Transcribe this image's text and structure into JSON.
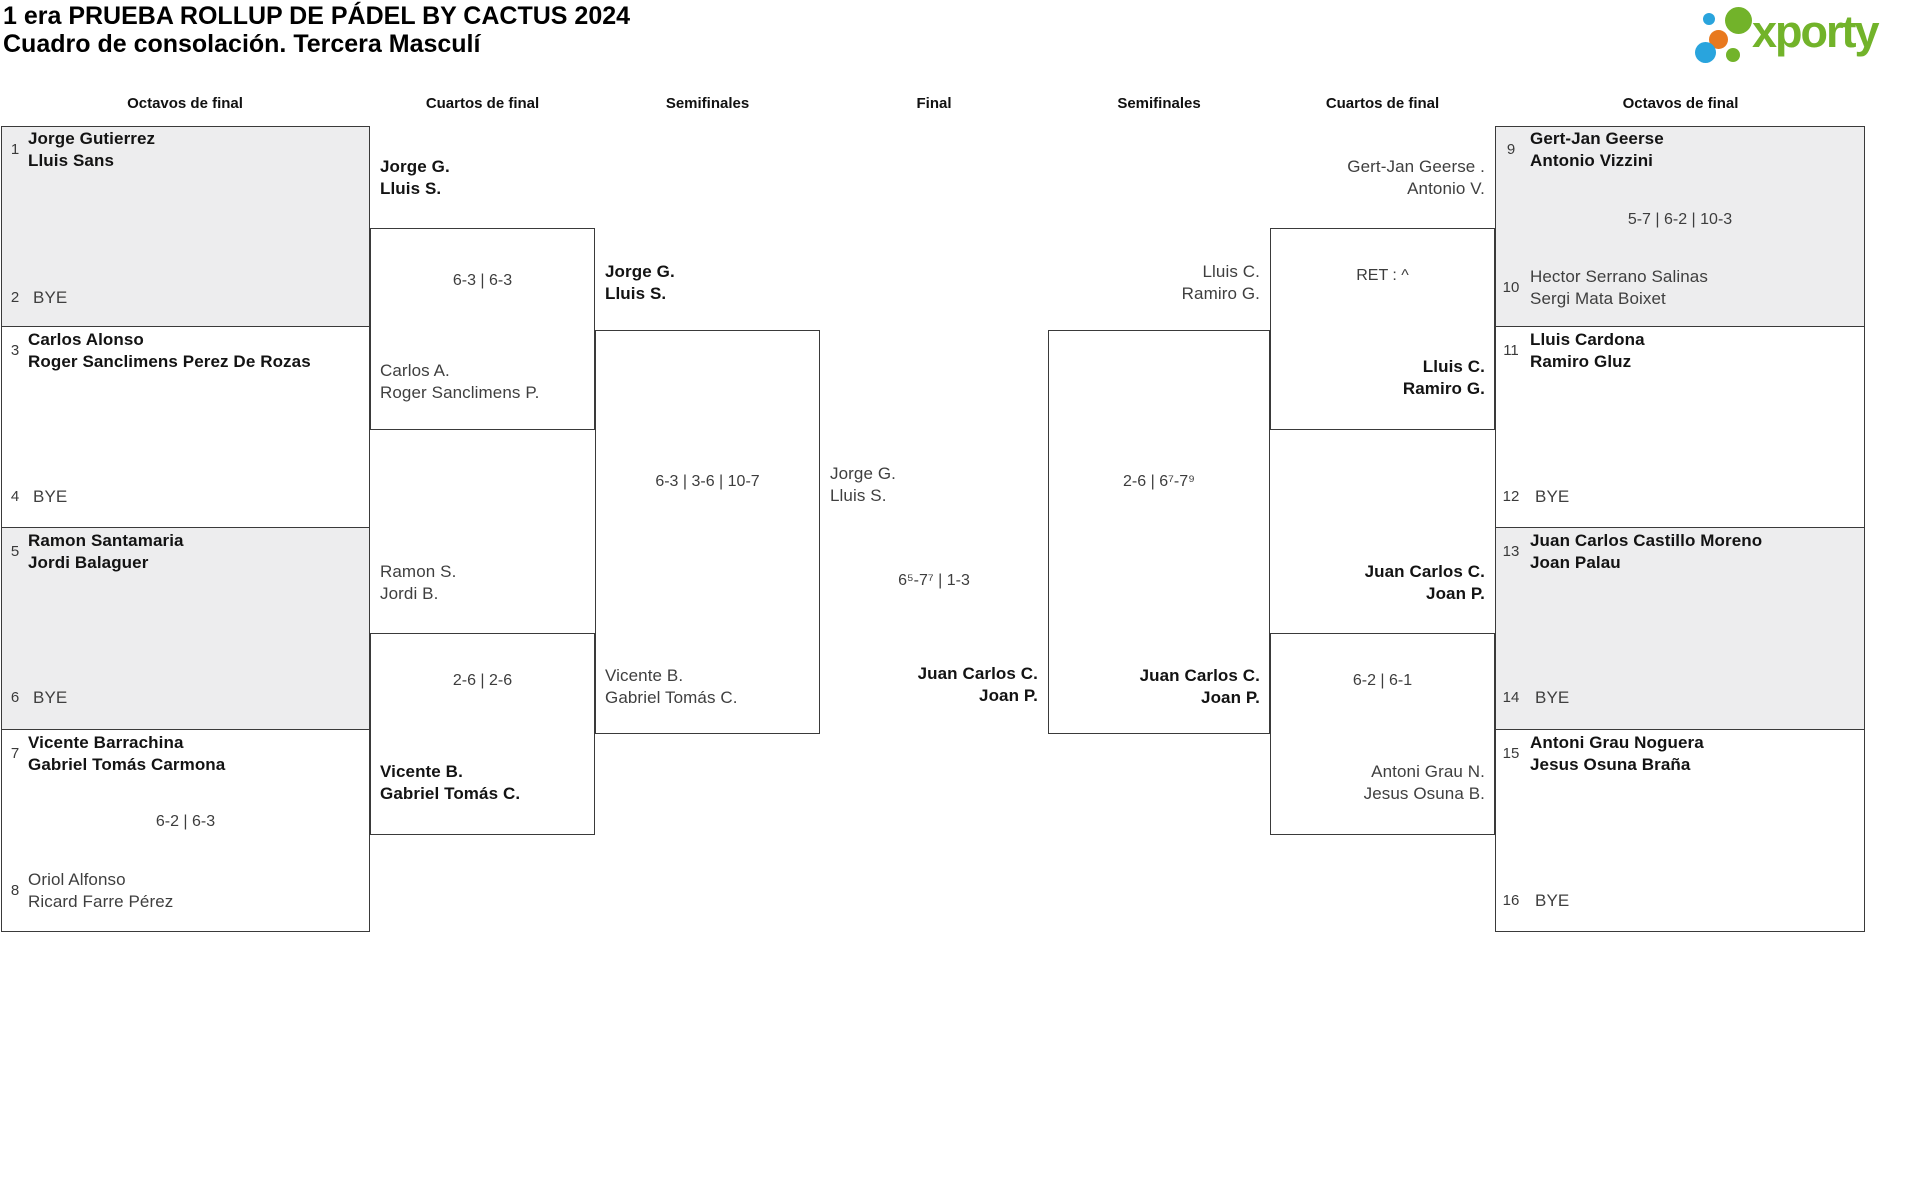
{
  "header": {
    "title_line1": "1 era PRUEBA ROLLUP DE PÁDEL BY CACTUS 2024",
    "title_line2": "Cuadro de consolación. Tercera Masculí",
    "logo_text": "xporty"
  },
  "rounds": [
    "Octavos de final",
    "Cuartos de final",
    "Semifinales",
    "Final",
    "Semifinales",
    "Cuartos de final",
    "Octavos de final"
  ],
  "colors": {
    "box_gray": "#ededee",
    "box_white": "#ffffff",
    "line": "#3a3a3a",
    "logo_green": "#72b32a",
    "logo_blue": "#29a4dd",
    "logo_orange": "#e8791e"
  },
  "matches": {
    "r16": [
      {
        "seed_a": "1",
        "team_a": [
          "Jorge Gutierrez",
          "Lluis Sans"
        ],
        "seed_b": "2",
        "team_b": [
          "BYE"
        ],
        "winner": "team_a"
      },
      {
        "seed_a": "3",
        "team_a": [
          "Carlos Alonso",
          "Roger Sanclimens Perez De Rozas"
        ],
        "seed_b": "4",
        "team_b": [
          "BYE"
        ],
        "winner": "team_a"
      },
      {
        "seed_a": "5",
        "team_a": [
          "Ramon Santamaria",
          "Jordi Balaguer"
        ],
        "seed_b": "6",
        "team_b": [
          "BYE"
        ],
        "winner": "team_a"
      },
      {
        "seed_a": "7",
        "team_a": [
          "Vicente Barrachina",
          "Gabriel Tomás Carmona"
        ],
        "seed_b": "8",
        "team_b": [
          "Oriol Alfonso",
          "Ricard Farre Pérez"
        ],
        "score": "6-2 | 6-3",
        "winner": "team_a"
      },
      {
        "seed_a": "9",
        "team_a": [
          "Gert-Jan Geerse",
          "Antonio Vizzini"
        ],
        "seed_b": "10",
        "team_b": [
          "Hector Serrano Salinas",
          "Sergi Mata Boixet"
        ],
        "score": "5-7 | 6-2 | 10-3",
        "winner": "team_a"
      },
      {
        "seed_a": "11",
        "team_a": [
          "Lluis Cardona",
          "Ramiro Gluz"
        ],
        "seed_b": "12",
        "team_b": [
          "BYE"
        ],
        "winner": "team_a"
      },
      {
        "seed_a": "13",
        "team_a": [
          "Juan Carlos Castillo Moreno",
          "Joan Palau"
        ],
        "seed_b": "14",
        "team_b": [
          "BYE"
        ],
        "winner": "team_a"
      },
      {
        "seed_a": "15",
        "team_a": [
          "Antoni Grau Noguera",
          "Jesus Osuna Braña"
        ],
        "seed_b": "16",
        "team_b": [
          "BYE"
        ],
        "winner": "team_a"
      }
    ],
    "qf": [
      {
        "team_a": [
          "Jorge G.",
          "Lluis S."
        ],
        "score": "6-3 | 6-3",
        "team_b": [
          "Carlos A.",
          "Roger Sanclimens P."
        ],
        "winner": "team_a"
      },
      {
        "team_a": [
          "Ramon S.",
          "Jordi B."
        ],
        "score": "2-6 | 2-6",
        "team_b": [
          "Vicente B.",
          "Gabriel Tomás C."
        ],
        "winner": "team_b"
      },
      {
        "team_a": [
          "Gert-Jan Geerse .",
          "Antonio V."
        ],
        "score": "RET : ^",
        "team_b": [
          "Lluis C.",
          "Ramiro G."
        ],
        "winner": "team_b"
      },
      {
        "team_a": [
          "Juan Carlos C.",
          "Joan P."
        ],
        "score": "6-2 | 6-1",
        "team_b": [
          "Antoni Grau N.",
          "Jesus Osuna B."
        ],
        "winner": "team_a"
      }
    ],
    "sf": [
      {
        "team_a": [
          "Jorge G.",
          "Lluis S."
        ],
        "score": "6-3 | 3-6 | 10-7",
        "team_b": [
          "Vicente B.",
          "Gabriel Tomás C."
        ],
        "winner": "team_a"
      },
      {
        "team_a": [
          "Lluis C.",
          "Ramiro G."
        ],
        "score": "2-6 | 6⁷-7⁹",
        "team_b": [
          "Juan Carlos C.",
          "Joan P."
        ],
        "winner": "team_b"
      }
    ],
    "final": {
      "team_a": [
        "Jorge G.",
        "Lluis S."
      ],
      "score": "6⁵-7⁷ | 1-3",
      "team_b": [
        "Juan Carlos C.",
        "Joan P."
      ],
      "winner": "team_b"
    }
  }
}
